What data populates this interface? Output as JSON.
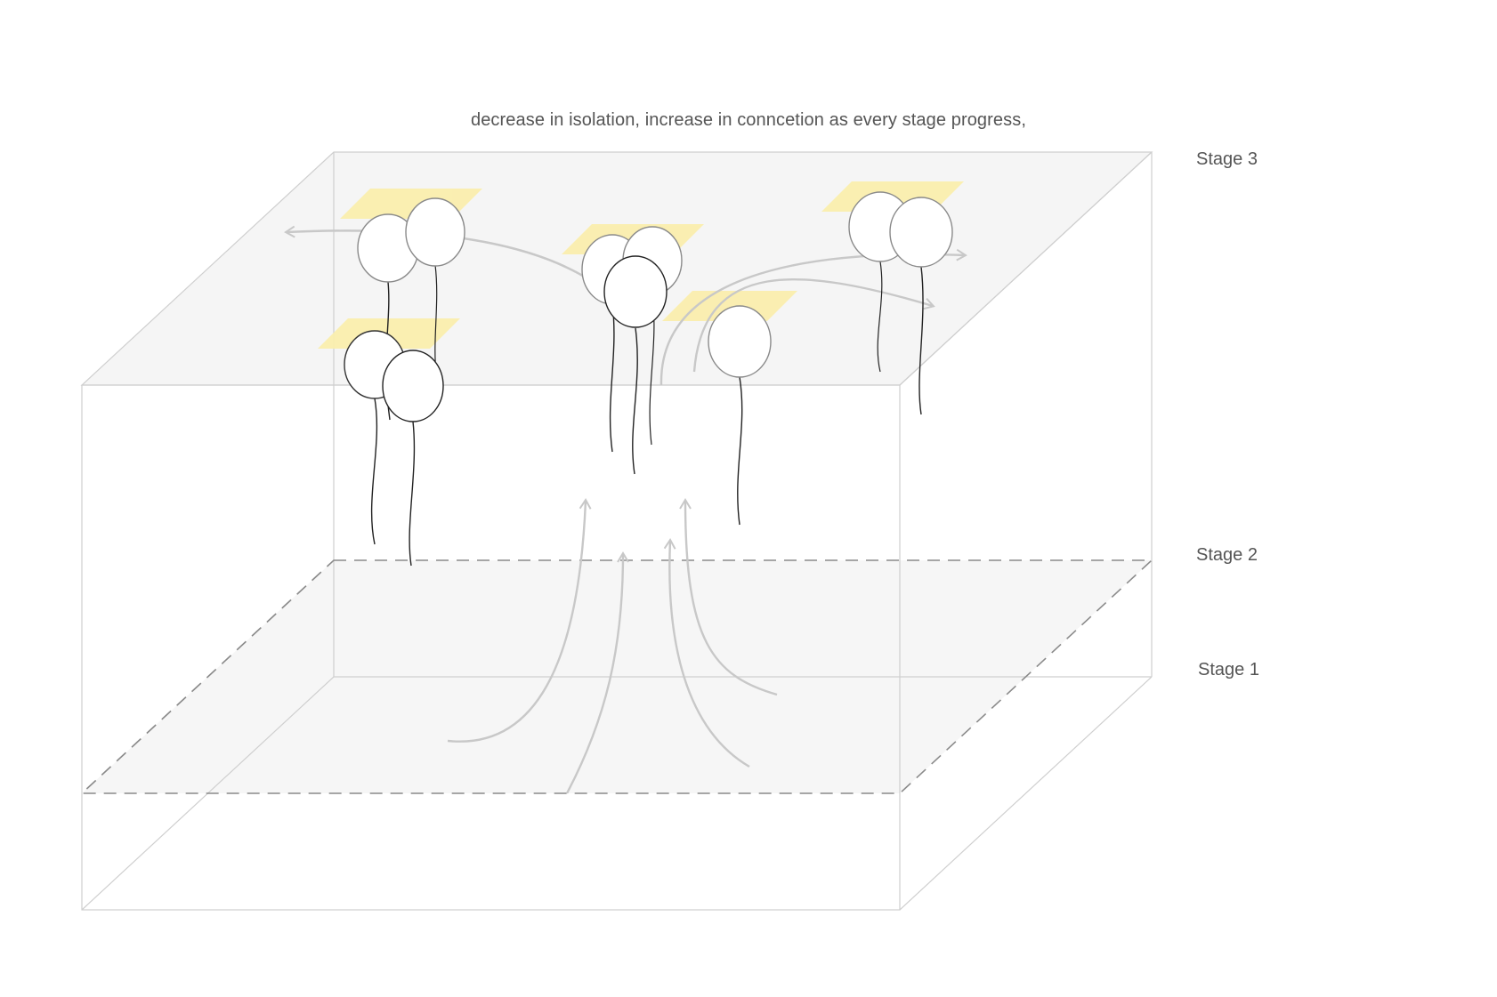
{
  "caption": "decrease in isolation, increase in conncetion as every stage progress,",
  "stages": {
    "stage3": "Stage 3",
    "stage2": "Stage 2",
    "stage1": "Stage 1"
  },
  "colors": {
    "box_edge": "#cfcfcf",
    "top_face": "#f5f5f5",
    "stage2_plane": "#f5f5f5",
    "dashed_edge": "#8a8a8a",
    "pad": "#fbeeaa",
    "arrow": "#c8c8c8",
    "balloon_stroke": "#222222",
    "text": "#555555"
  }
}
